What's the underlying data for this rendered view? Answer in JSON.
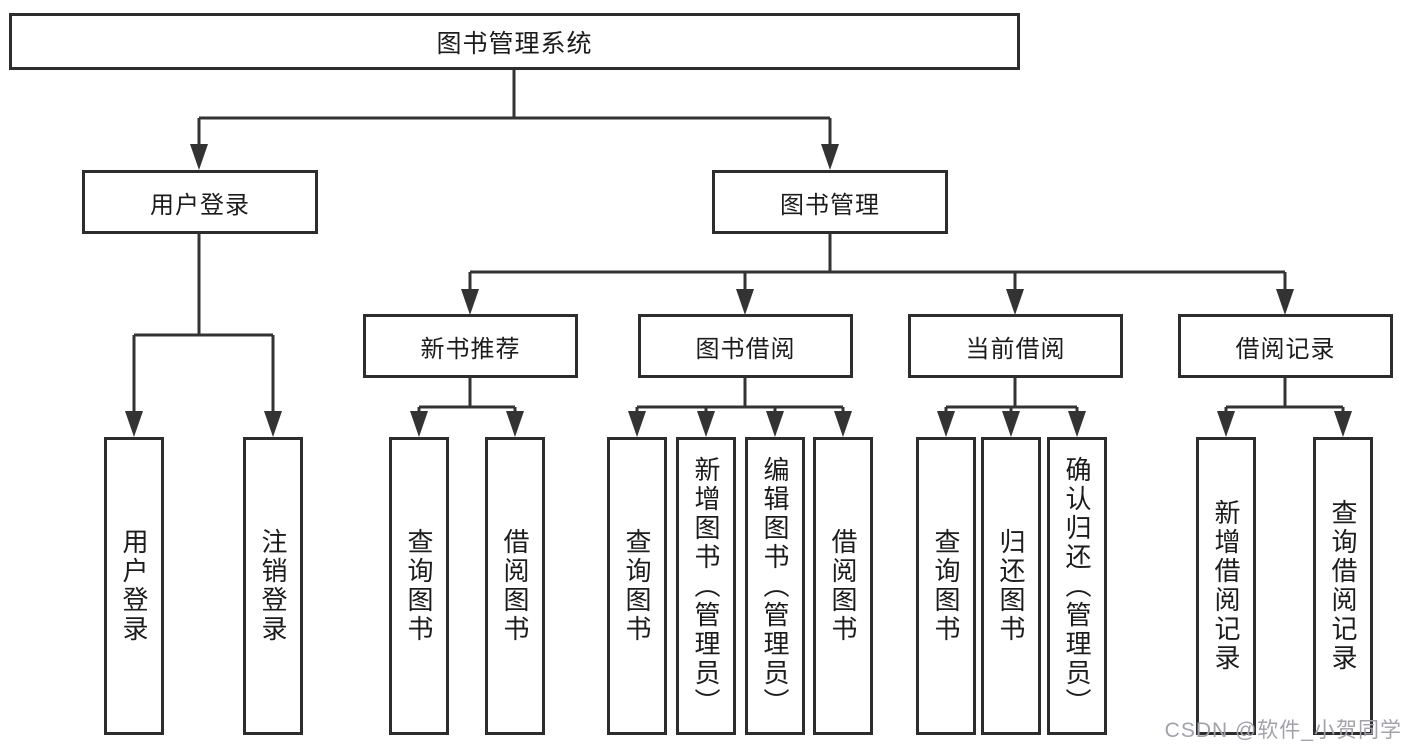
{
  "tree": {
    "label": "图书管理系统",
    "children": [
      {
        "label": "用户登录",
        "children": [
          {
            "label": "用户登录"
          },
          {
            "label": "注销登录"
          }
        ]
      },
      {
        "label": "图书管理",
        "children": [
          {
            "label": "新书推荐",
            "children": [
              {
                "label": "查询图书"
              },
              {
                "label": "借阅图书"
              }
            ]
          },
          {
            "label": "图书借阅",
            "children": [
              {
                "label": "查询图书"
              },
              {
                "label": "新增图书（管理员）"
              },
              {
                "label": "编辑图书（管理员）"
              },
              {
                "label": "借阅图书"
              }
            ]
          },
          {
            "label": "当前借阅",
            "children": [
              {
                "label": "查询图书"
              },
              {
                "label": "归还图书"
              },
              {
                "label": "确认归还（管理员）"
              }
            ]
          },
          {
            "label": "借阅记录",
            "children": [
              {
                "label": "新增借阅记录"
              },
              {
                "label": "查询借阅记录"
              }
            ]
          }
        ]
      }
    ]
  },
  "watermark": {
    "text": "CSDN @软件_小贺同学"
  },
  "colors": {
    "line": "#333333",
    "box_border": "#2d2d2d",
    "text": "#1c1c1c",
    "watermark": "#a2a2aa",
    "background": "#ffffff"
  }
}
